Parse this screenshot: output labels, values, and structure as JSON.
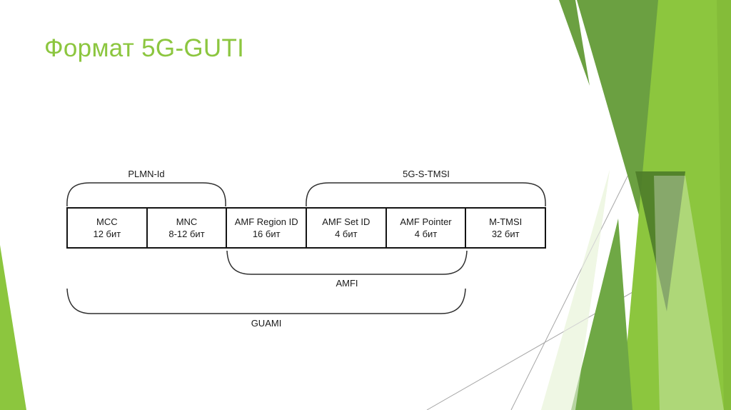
{
  "slide": {
    "title": "Формат 5G-GUTI"
  },
  "diagram": {
    "fields": [
      {
        "name": "MCC",
        "bits": "12 бит"
      },
      {
        "name": "MNC",
        "bits": "8-12 бит"
      },
      {
        "name": "AMF Region ID",
        "bits": "16 бит"
      },
      {
        "name": "AMF Set ID",
        "bits": "4 бит"
      },
      {
        "name": "AMF Pointer",
        "bits": "4 бит"
      },
      {
        "name": "M-TMSI",
        "bits": "32 бит"
      }
    ],
    "groups": {
      "plmn_id": "PLMN-Id",
      "s_tmsi": "5G-S-TMSI",
      "amfi": "AMFI",
      "guami": "GUAMI"
    }
  },
  "colors": {
    "title_green": "#8cc63f",
    "accent_bright": "#8cc63e",
    "accent_medium": "#6ba041",
    "accent_medium_2": "#6fa845",
    "accent_dark": "#4e7d29",
    "accent_pale": "#dfeec9",
    "accent_stripe": "#7eb434",
    "diagram_line": "#2e2e2e",
    "thin_line": "#a6a6a6",
    "text_dark": "#1a1a1a"
  }
}
